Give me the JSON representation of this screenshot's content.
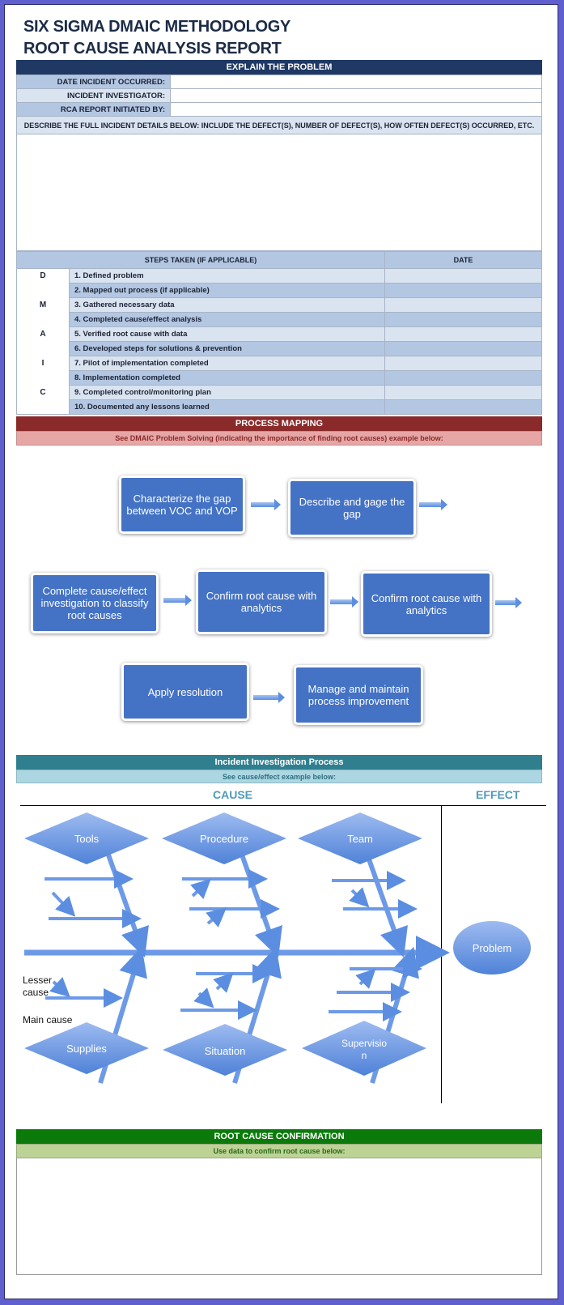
{
  "title": {
    "line1": "SIX SIGMA DMAIC METHODOLOGY",
    "line2": "ROOT CAUSE ANALYSIS REPORT"
  },
  "explain": {
    "header": "EXPLAIN THE PROBLEM",
    "fields": [
      {
        "label": "DATE INCIDENT OCCURRED:",
        "value": ""
      },
      {
        "label": "INCIDENT INVESTIGATOR:",
        "value": ""
      },
      {
        "label": "RCA REPORT INITIATED BY:",
        "value": ""
      }
    ],
    "describe_label": "DESCRIBE THE FULL INCIDENT DETAILS BELOW: INCLUDE THE DEFECT(S), NUMBER OF DEFECT(S), HOW OFTEN DEFECT(S) OCCURRED, ETC.",
    "describe_value": ""
  },
  "steps": {
    "col_steps": "STEPS TAKEN (IF APPLICABLE)",
    "col_date": "DATE",
    "rows": [
      {
        "letter": "D",
        "step": "1. Defined problem",
        "date": ""
      },
      {
        "letter": "",
        "step": "2. Mapped out process (if applicable)",
        "date": ""
      },
      {
        "letter": "M",
        "step": "3. Gathered necessary data",
        "date": ""
      },
      {
        "letter": "",
        "step": "4. Completed cause/effect analysis",
        "date": ""
      },
      {
        "letter": "A",
        "step": "5. Verified root cause with data",
        "date": ""
      },
      {
        "letter": "",
        "step": "6. Developed steps for solutions & prevention",
        "date": ""
      },
      {
        "letter": "I",
        "step": "7. Pilot of implementation completed",
        "date": ""
      },
      {
        "letter": "",
        "step": "8. Implementation completed",
        "date": ""
      },
      {
        "letter": "C",
        "step": "9. Completed control/monitoring plan",
        "date": ""
      },
      {
        "letter": "",
        "step": "10. Documented any lessons learned",
        "date": ""
      }
    ]
  },
  "process_mapping": {
    "header": "PROCESS MAPPING",
    "subheader": "See DMAIC Problem Solving (indicating the importance of finding root causes) example below:",
    "boxes": [
      "Characterize the gap between VOC and VOP",
      "Describe and gage the gap",
      "Complete cause/effect investigation to classify root causes",
      "Confirm root cause with analytics",
      "Confirm root cause with analytics",
      "Apply resolution",
      "Manage and maintain process improvement"
    ]
  },
  "investigation": {
    "header": "Incident Investigation Process",
    "subheader": "See cause/effect example below:",
    "cause_label": "CAUSE",
    "effect_label": "EFFECT",
    "categories_top": [
      "Tools",
      "Procedure",
      "Team"
    ],
    "categories_bottom": [
      "Supplies",
      "Situation",
      "Supervisio n"
    ],
    "lesser_cause_label": "Lesser cause",
    "main_cause_label": "Main cause",
    "effect": "Problem"
  },
  "confirmation": {
    "header": "ROOT CAUSE CONFIRMATION",
    "subheader": "Use data to confirm root cause below:",
    "value": ""
  },
  "colors": {
    "navy": "#1f3864",
    "maroon": "#8b2a2a",
    "teal": "#2f7f8f",
    "green": "#0b7a0b",
    "diagram_blue": "#5b8ee0",
    "box_blue": "#4472c4"
  }
}
